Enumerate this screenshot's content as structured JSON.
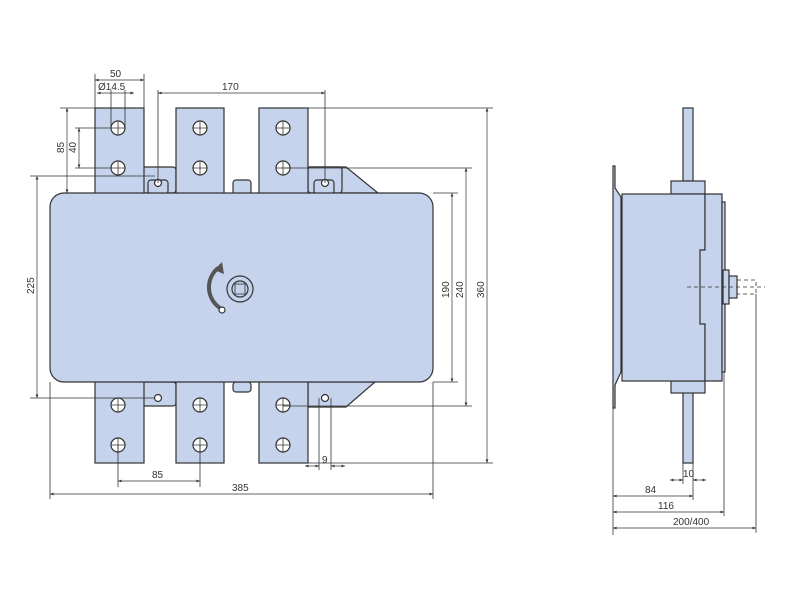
{
  "drawing": {
    "front_view": {
      "dims": {
        "bar_width": "50",
        "hole_diameter": "Ø14.5",
        "pole_pitch_top": "170",
        "bar_length": "85",
        "hole_spacing": "40",
        "body_height_outer": "225",
        "body_height": "190",
        "mount_height": "240",
        "overall_height": "360",
        "pole_pitch_bottom": "85",
        "overall_width": "385",
        "slot_width": "9"
      }
    },
    "side_view": {
      "dims": {
        "bar_thickness": "10",
        "bar_offset": "84",
        "body_depth": "116",
        "handle_depth": "200/400"
      }
    },
    "colors": {
      "part_fill": "#c5d3ec",
      "line": "#333333"
    }
  }
}
